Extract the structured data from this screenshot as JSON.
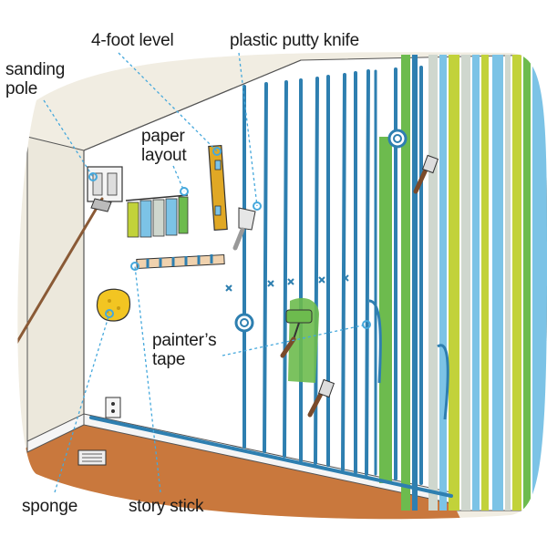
{
  "labels": {
    "level": "4-foot level",
    "putty_knife": "plastic putty knife",
    "sanding_pole": [
      "sanding",
      "pole"
    ],
    "paper_layout": [
      "paper",
      "layout"
    ],
    "painters_tape": [
      "painter’s",
      "tape"
    ],
    "sponge": "sponge",
    "story_stick": "story stick"
  },
  "colors": {
    "tape_blue": "#2e7fb0",
    "leader_blue": "#45a8dc",
    "floor": "#c9783d",
    "wall": "#ffffff",
    "side_wall": "#ece8dc",
    "background_blob": "#f1ede2",
    "stripe_green": "#6dbb4e",
    "stripe_yellow_green": "#c2d23a",
    "stripe_light_blue": "#7cc3e6",
    "stripe_gray": "#cfd7ce"
  },
  "icons": {
    "sanding_pole": "sanding-pole-icon",
    "level": "level-icon",
    "putty_knife": "putty-knife-icon",
    "paper_layout": "paper-swatches-icon",
    "story_stick": "story-stick-icon",
    "sponge": "sponge-icon",
    "brushes": "paintbrush-icon",
    "roller": "paint-roller-icon",
    "outlet": "outlet-icon",
    "vent": "floor-vent-icon",
    "tape_roll": "tape-roll-icon"
  }
}
